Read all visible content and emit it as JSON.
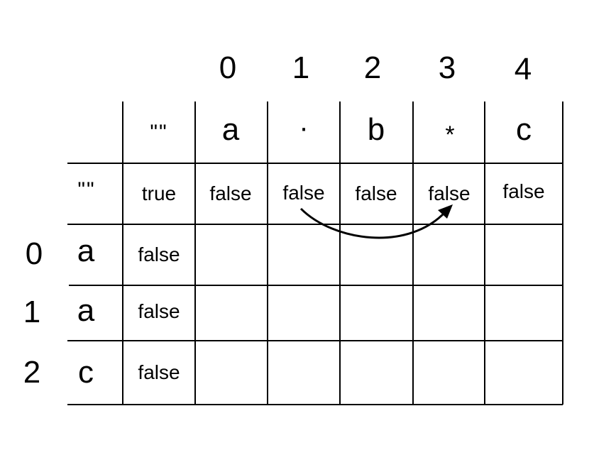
{
  "column_indices": [
    "0",
    "1",
    "2",
    "3",
    "4"
  ],
  "pattern_header": [
    "\"\"",
    "a",
    "·",
    "b",
    "*",
    "c"
  ],
  "row_indices": [
    "0",
    "1",
    "2"
  ],
  "string_header": [
    "\"\"",
    "a",
    "a",
    "c"
  ],
  "first_row_values": [
    "true",
    "false",
    "false",
    "false",
    "false",
    "false"
  ],
  "first_column_values": [
    "false",
    "false",
    "false"
  ],
  "arrow": {
    "from_column": "·",
    "to_column": "*"
  }
}
